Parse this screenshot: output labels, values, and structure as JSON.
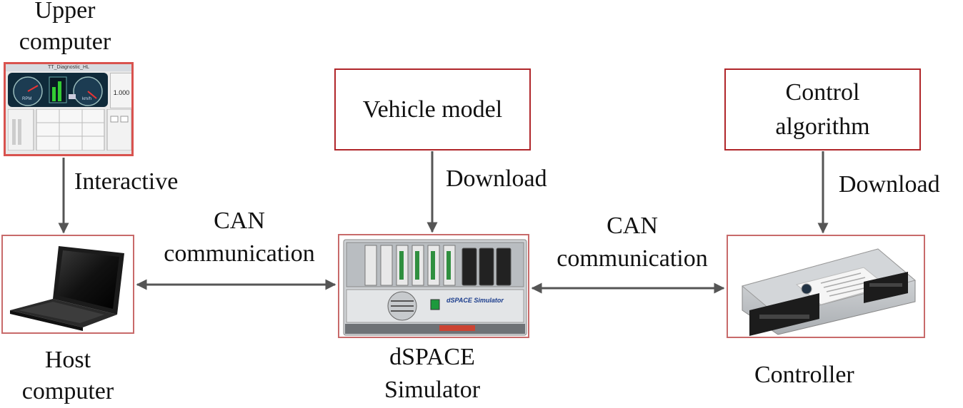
{
  "nodes": {
    "upper_computer": {
      "label_line1": "Upper",
      "label_line2": "computer"
    },
    "host_computer": {
      "label_line1": "Host",
      "label_line2": "computer"
    },
    "dspace": {
      "label_line1": "dSPACE",
      "label_line2": "Simulator",
      "panel_text": "dSPACE Simulator"
    },
    "vehicle_model": {
      "label": "Vehicle model"
    },
    "control_algorithm": {
      "label_line1": "Control",
      "label_line2": "algorithm"
    },
    "controller": {
      "label": "Controller"
    }
  },
  "edges": {
    "upper_to_host": {
      "label": "Interactive"
    },
    "host_dspace": {
      "label_line1": "CAN",
      "label_line2": "communication"
    },
    "vehicle_to_dspace": {
      "label": "Download"
    },
    "dspace_controller": {
      "label_line1": "CAN",
      "label_line2": "communication"
    },
    "algorithm_to_controller": {
      "label": "Download"
    }
  },
  "dashboard": {
    "title": "TT_Diagnostic_HL",
    "readout": "1.000",
    "gauge_left": "RPM",
    "gauge_right": "km/h"
  },
  "colors": {
    "box_border": "#b0262a",
    "arrow": "#555555",
    "frame_border": "#c86a6a"
  }
}
